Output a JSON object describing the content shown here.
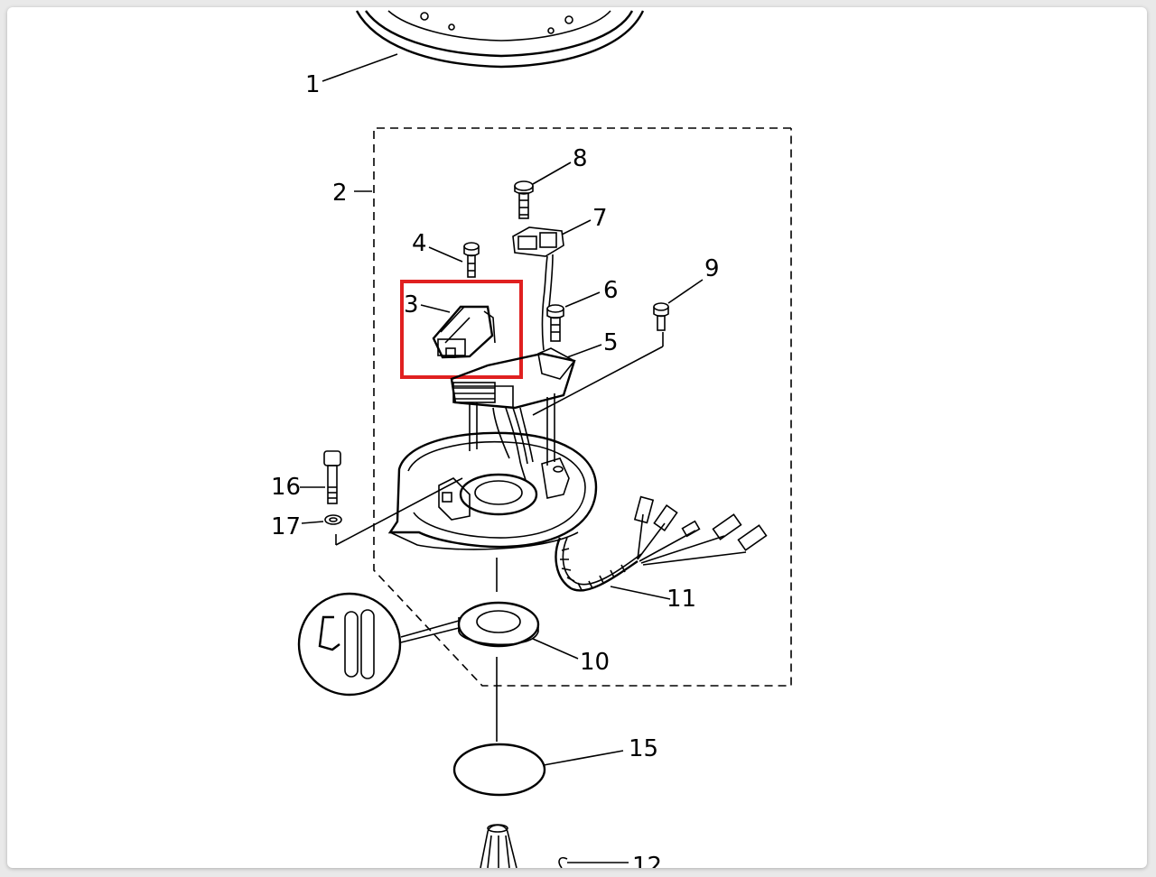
{
  "diagram": {
    "part_labels": [
      "1",
      "2",
      "3",
      "4",
      "5",
      "6",
      "7",
      "8",
      "9",
      "10",
      "11",
      "12",
      "15",
      "16",
      "17"
    ],
    "highlight_color": "#e02020",
    "highlighted_part": "3"
  }
}
